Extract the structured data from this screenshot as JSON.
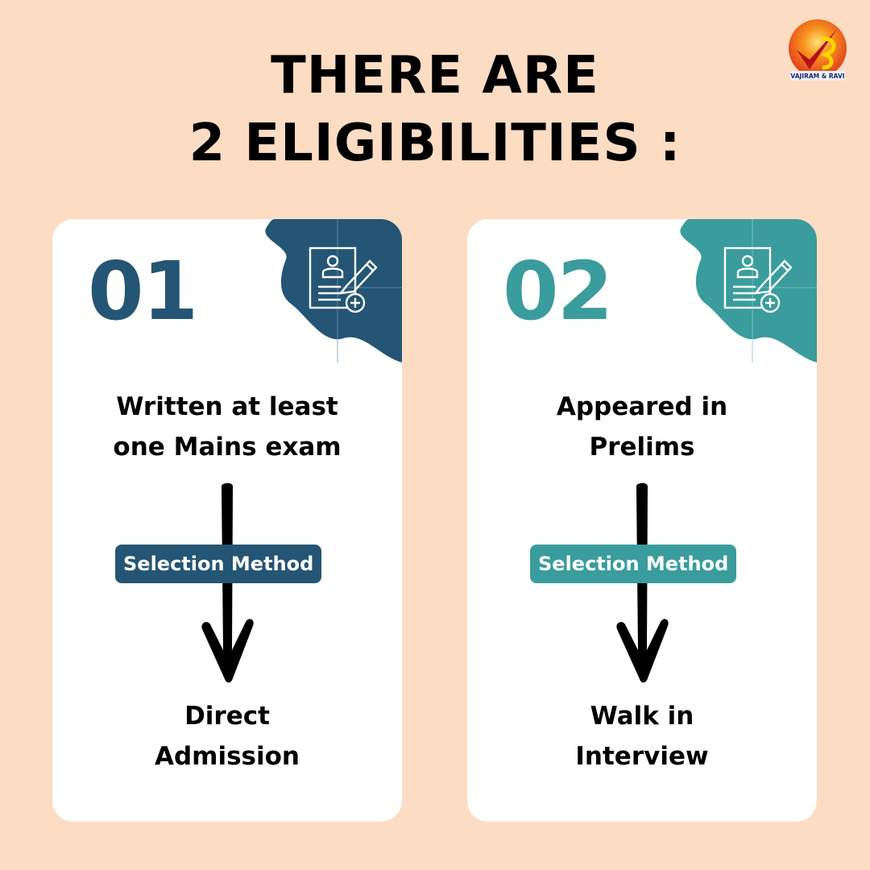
{
  "header": {
    "title_line1": "THERE ARE",
    "title_line2": "2 ELIGIBILITIES :"
  },
  "logo": {
    "text": "VAJIRAM & RAVI",
    "icon": "vajiram-ravi-logo"
  },
  "cards": [
    {
      "number": "01",
      "accent_color": "#245574",
      "icon": "resume-edit-icon",
      "description_line1": "Written at least",
      "description_line2": "one Mains exam",
      "badge": "Selection Method",
      "result_line1": "Direct",
      "result_line2": "Admission"
    },
    {
      "number": "02",
      "accent_color": "#3a9c9c",
      "icon": "resume-edit-icon",
      "description_line1": "Appeared in",
      "description_line2": "Prelims",
      "badge": "Selection Method",
      "result_line1": "Walk in",
      "result_line2": "Interview"
    }
  ],
  "colors": {
    "background": "#fddcc4",
    "card": "#ffffff",
    "text": "#000000"
  }
}
